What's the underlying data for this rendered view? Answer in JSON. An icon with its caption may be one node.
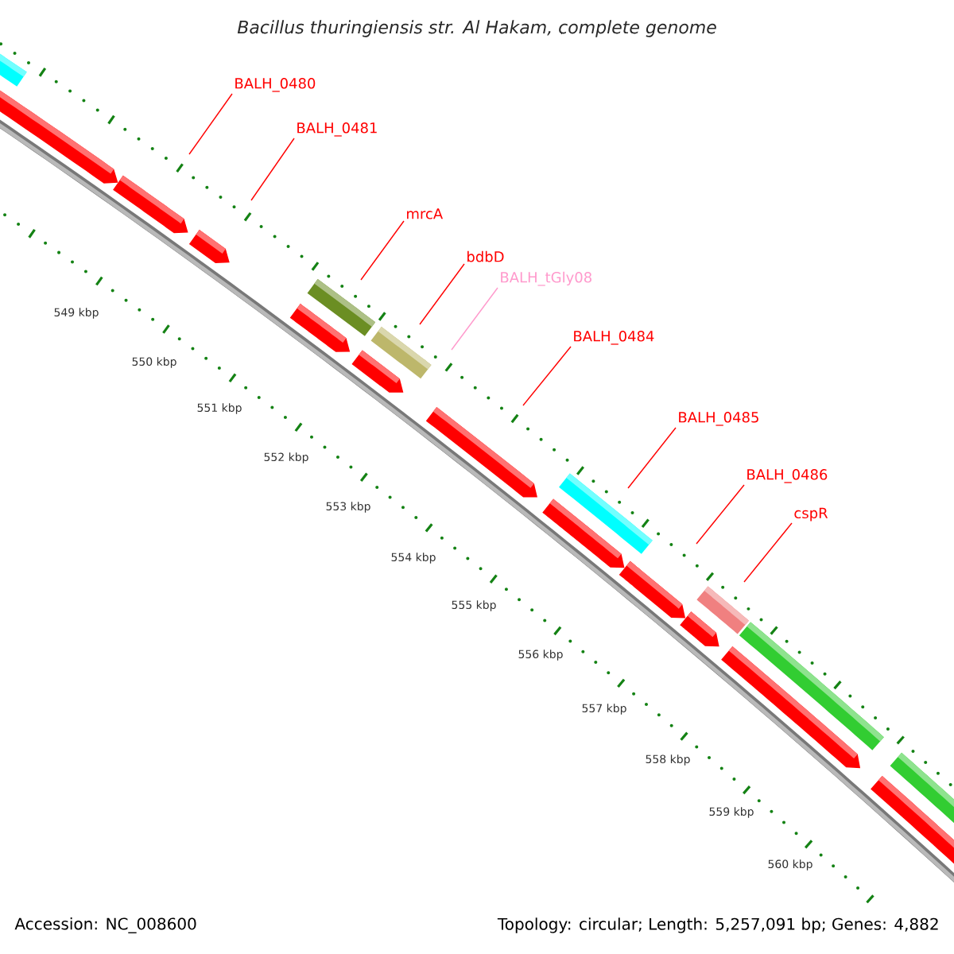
{
  "diagram": {
    "title": "Bacillus thuringiensis str. Al Hakam, complete genome",
    "nodes": [
      {
        "text": [
          "BALH_0480"
        ]
      },
      {
        "text": [
          "BALH_0481"
        ]
      },
      {
        "text": [
          "mrcA"
        ]
      },
      {
        "text": [
          "bdbD"
        ]
      },
      {
        "text": [
          "BALH_tGly08"
        ]
      },
      {
        "text": [
          "BALH_0484"
        ]
      },
      {
        "text": [
          "BALH_0485"
        ]
      },
      {
        "text": [
          "BALH_0486"
        ]
      },
      {
        "text": [
          "cspR"
        ]
      }
    ],
    "edges": [
      {
        "from": 0,
        "to": null,
        "arrow": "none"
      },
      {
        "from": 1,
        "to": null,
        "arrow": "none"
      },
      {
        "from": 2,
        "to": null,
        "arrow": "none"
      },
      {
        "from": 3,
        "to": null,
        "arrow": "none"
      },
      {
        "from": 4,
        "to": null,
        "arrow": "none",
        "color": "#ff99cc"
      },
      {
        "from": 5,
        "to": null,
        "arrow": "none"
      },
      {
        "from": 6,
        "to": null,
        "arrow": "none"
      },
      {
        "from": 7,
        "to": null,
        "arrow": "none"
      },
      {
        "from": 8,
        "to": null,
        "arrow": "none"
      }
    ],
    "labels": [
      "549 kbp",
      "550 kbp",
      "551 kbp",
      "552 kbp",
      "553 kbp",
      "554 kbp",
      "555 kbp",
      "556 kbp",
      "557 kbp",
      "558 kbp",
      "559 kbp",
      "560 kbp",
      "Accession: NC_008600",
      "Topology: circular; Length: 5,257,091 bp; Genes: 4,882"
    ]
  }
}
